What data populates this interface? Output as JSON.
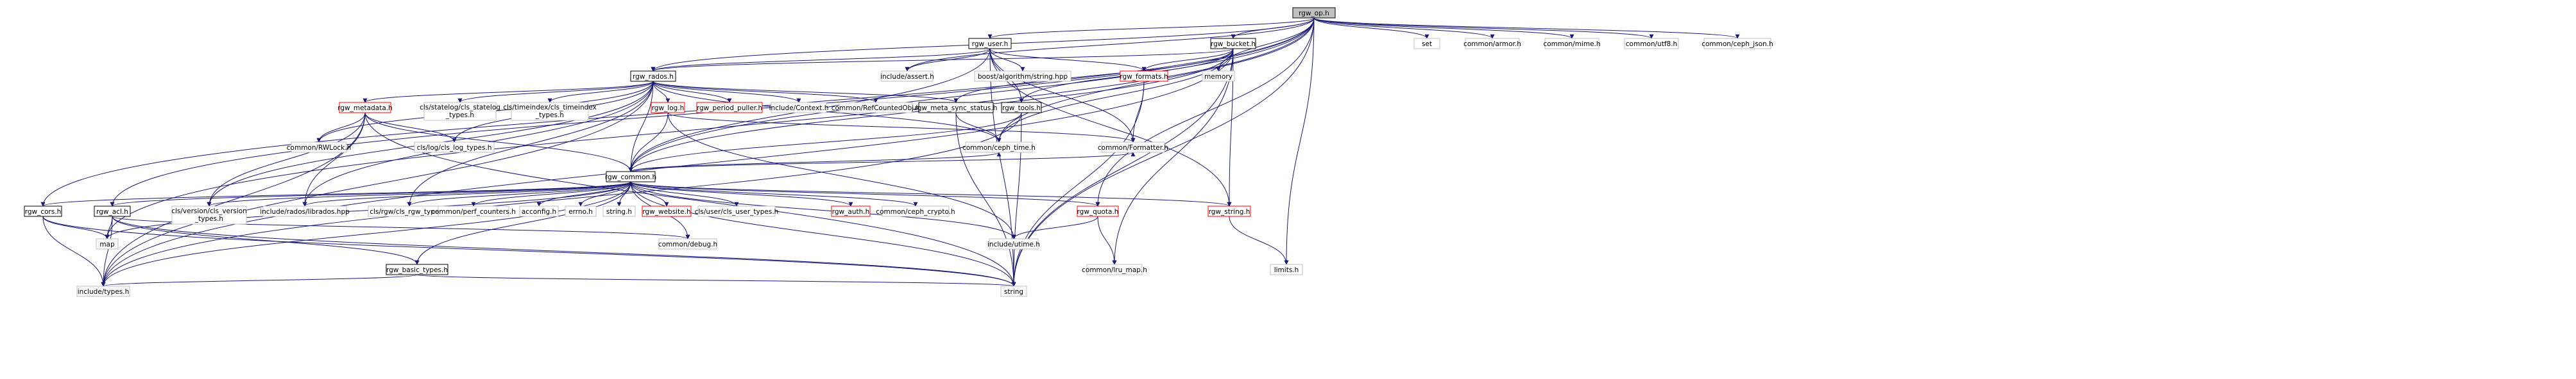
{
  "nodes": {
    "rgw_op": "rgw_op.h",
    "rgw_user": "rgw_user.h",
    "rgw_bucket": "rgw_bucket.h",
    "set": "set",
    "armor": "common/armor.h",
    "mime": "common/mime.h",
    "utf8": "common/utf8.h",
    "ceph_json": "common/ceph_json.h",
    "include_asset": "include/assert.h",
    "boost_alg": "boost/algorithm/string.hpp",
    "rgw_rados": "rgw_rados.h",
    "rgw_formats": "rgw_formats.h",
    "memory": "memory",
    "rgw_metadata": "rgw_metadata.h",
    "statelog": "cls/statelog/cls_statelog_types.h",
    "timeindex": "cls/timeindex/cls_timeindex_types.h",
    "rgw_log": "rgw_log.h",
    "period_puller": "rgw_period_puller.h",
    "include_context": "include/Context.h",
    "ref_counted": "common/RefCountedObj.h",
    "meta_sync": "rgw_meta_sync_status.h",
    "rgw_tools": "rgw_tools.h",
    "rwlock": "common/RWLock.h",
    "cls_log": "cls/log/cls_log_types.h",
    "ceph_time": "common/ceph_time.h",
    "formatter": "common/Formatter.h",
    "rgw_common": "rgw_common.h",
    "rgw_cors": "rgw_cors.h",
    "rgw_acl": "rgw_acl.h",
    "cls_version": "cls/version/cls_version_types.h",
    "librados": "include/rados/librados.hpp",
    "cls_rgw": "cls/rgw/cls_rgw_types.h",
    "perf_counters": "common/perf_counters.h",
    "acconfig": "acconfig.h",
    "errno": "errno.h",
    "string_h": "string.h",
    "rgw_website": "rgw_website.h",
    "cls_user": "cls/user/cls_user_types.h",
    "rgw_auth": "rgw_auth.h",
    "ceph_crypto": "common/ceph_crypto.h",
    "rgw_quota": "rgw_quota.h",
    "rgw_string": "rgw_string.h",
    "map": "map",
    "common_debug": "common/debug.h",
    "rgw_basic_types": "rgw_basic_types.h",
    "utime": "include/utime.h",
    "lru_map": "common/lru_map.h",
    "limits": "limits.h",
    "include_types": "include/types.h",
    "string": "string"
  }
}
